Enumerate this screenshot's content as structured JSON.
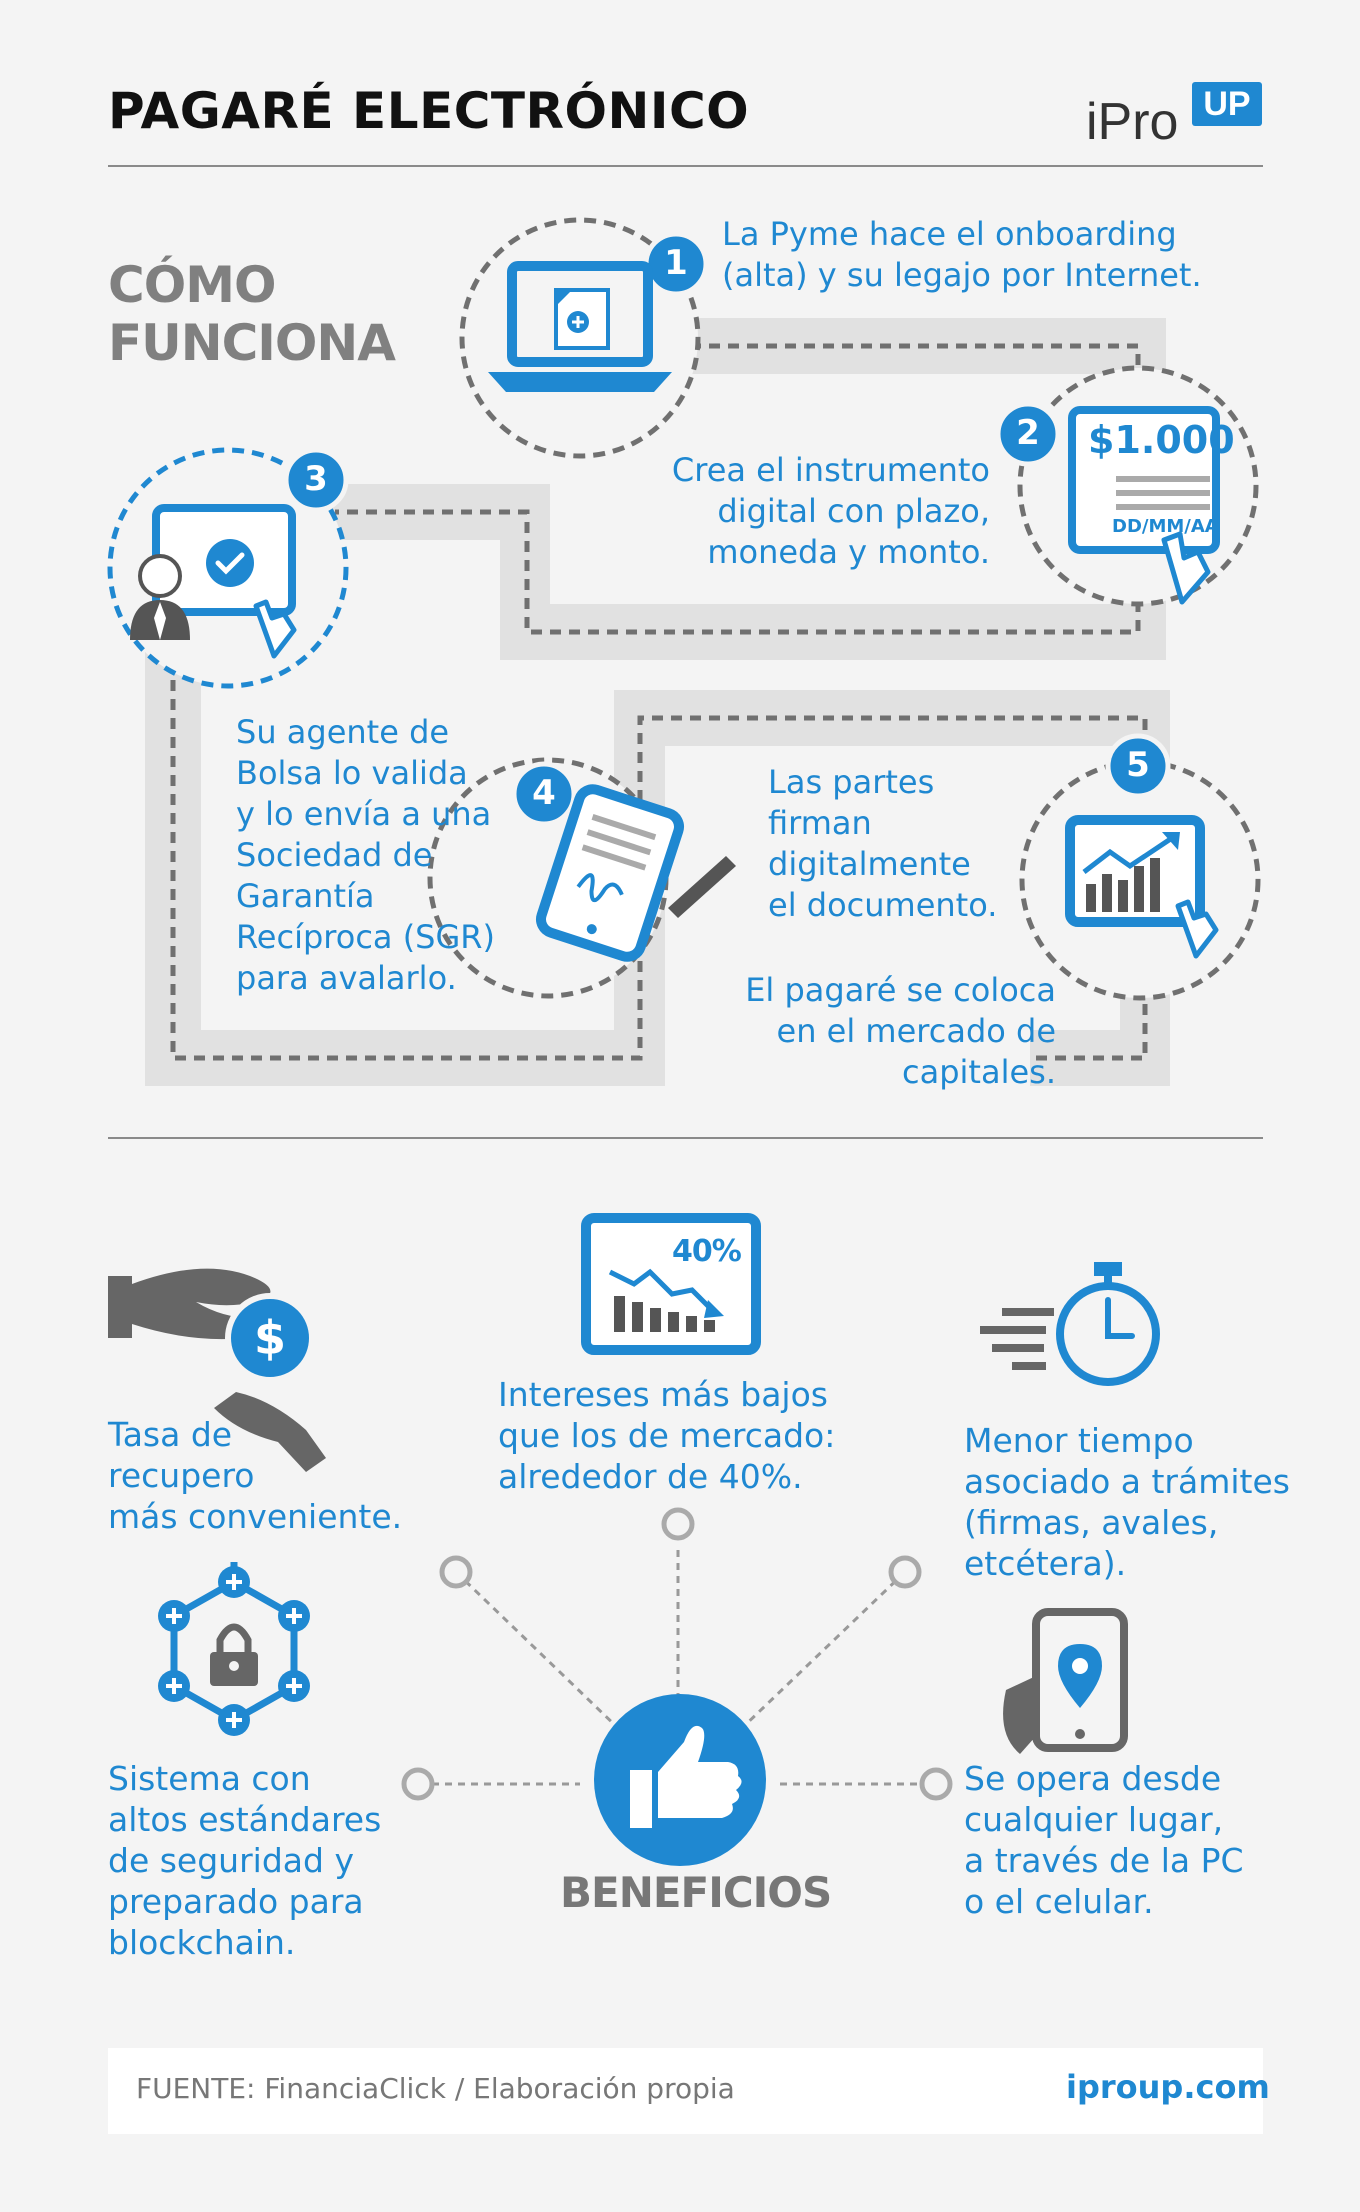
{
  "header": {
    "title": "PAGARÉ ELECTRÓNICO",
    "logo_ipro": "iPro",
    "logo_up": "UP"
  },
  "howto": {
    "heading_line1": "CÓMO",
    "heading_line2": "FUNCIONA",
    "steps": [
      {
        "number": "1",
        "lines": [
          "La Pyme hace el onboarding",
          "(alta) y su legajo por Internet."
        ]
      },
      {
        "number": "2",
        "lines": [
          "Crea el instrumento",
          "digital con plazo,",
          "moneda y monto."
        ],
        "icon_amount": "$1.000",
        "icon_date": "DD/MM/AA"
      },
      {
        "number": "3",
        "lines": [
          "Su agente de",
          "Bolsa lo valida",
          "y lo envía a una",
          "Sociedad de",
          "Garantía",
          "Recíproca (SGR)",
          "para avalarlo."
        ]
      },
      {
        "number": "4",
        "lines": [
          "Las partes",
          "firman",
          "digitalmente",
          "el documento."
        ]
      },
      {
        "number": "5",
        "lines": [
          "El pagaré se coloca",
          "en el mercado de",
          "capitales."
        ]
      }
    ]
  },
  "benefits": {
    "label": "BENEFICIOS",
    "chart_icon_percent": "40%",
    "items": [
      {
        "lines": [
          "Tasa de",
          "recupero",
          "más conveniente."
        ]
      },
      {
        "lines": [
          "Intereses más bajos",
          "que los de mercado:",
          "alrededor de 40%."
        ]
      },
      {
        "lines": [
          "Menor tiempo",
          "asociado a trámites",
          "(firmas, avales,",
          "etcétera)."
        ]
      },
      {
        "lines": [
          "Sistema con",
          "altos estándares",
          "de seguridad y",
          "preparado para",
          "blockchain."
        ]
      },
      {
        "lines": [
          "Se opera desde",
          "cualquier lugar,",
          "a través de la PC",
          "o el celular."
        ]
      }
    ]
  },
  "footer": {
    "source": "FUENTE: FinanciaClick / Elaboración propia",
    "site": "iproup.com"
  },
  "colors": {
    "accent": "#1f88d1",
    "gray": "#808080",
    "path": "#e1e1e1"
  }
}
